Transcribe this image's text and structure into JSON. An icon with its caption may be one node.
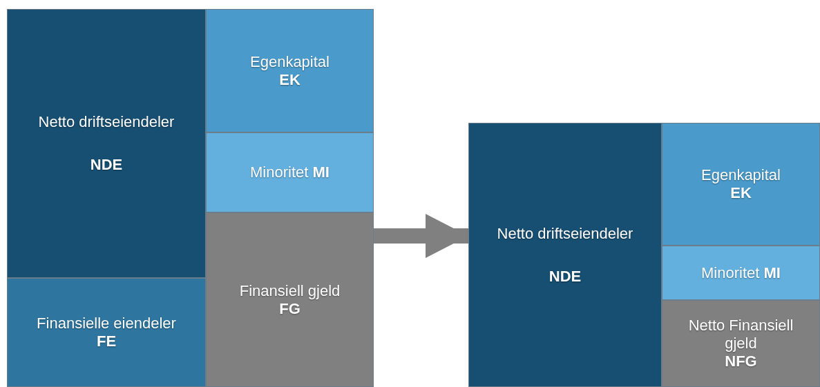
{
  "diagram": {
    "nodes": [
      {
        "text": [
          "Netto driftseiendeler",
          "NDE"
        ]
      },
      {
        "text": [
          "Finansielle eiendeler",
          "FE"
        ]
      },
      {
        "text": [
          "Egenkapital",
          "EK"
        ]
      },
      {
        "text": [
          "Minoritet **MI**"
        ]
      },
      {
        "text": [
          "Finansiell gjeld",
          "FG"
        ]
      },
      {
        "text": [
          "Netto driftseiendeler",
          "NDE"
        ]
      },
      {
        "text": [
          "Egenkapital",
          "EK"
        ]
      },
      {
        "text": [
          "Minoritet **MI**"
        ]
      },
      {
        "text": [
          "Netto Finansiell gjeld",
          "NFG"
        ]
      }
    ],
    "edges": [
      {
        "from": 4,
        "to": 5,
        "arrow": "to"
      }
    ]
  }
}
